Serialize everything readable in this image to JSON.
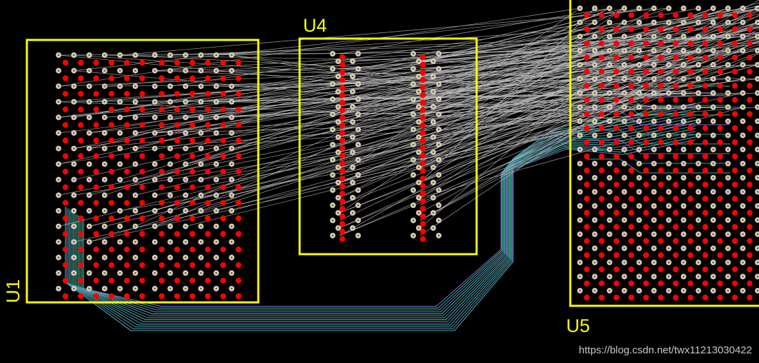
{
  "board": {
    "background": "#000000",
    "outline_color": "#ffff00",
    "pad_red": "#ff0000",
    "via_color": "#d8cfb5",
    "ratsnest_color": "#bdbdbd",
    "trace_colors": [
      "#3fb49a",
      "#7a6ccf",
      "#2f9f86"
    ]
  },
  "components": {
    "u1": {
      "label": "U1"
    },
    "u4": {
      "label": "U4"
    },
    "u5": {
      "label": "U5"
    }
  },
  "watermark": "https://blog.csdn.net/twx11213030422"
}
